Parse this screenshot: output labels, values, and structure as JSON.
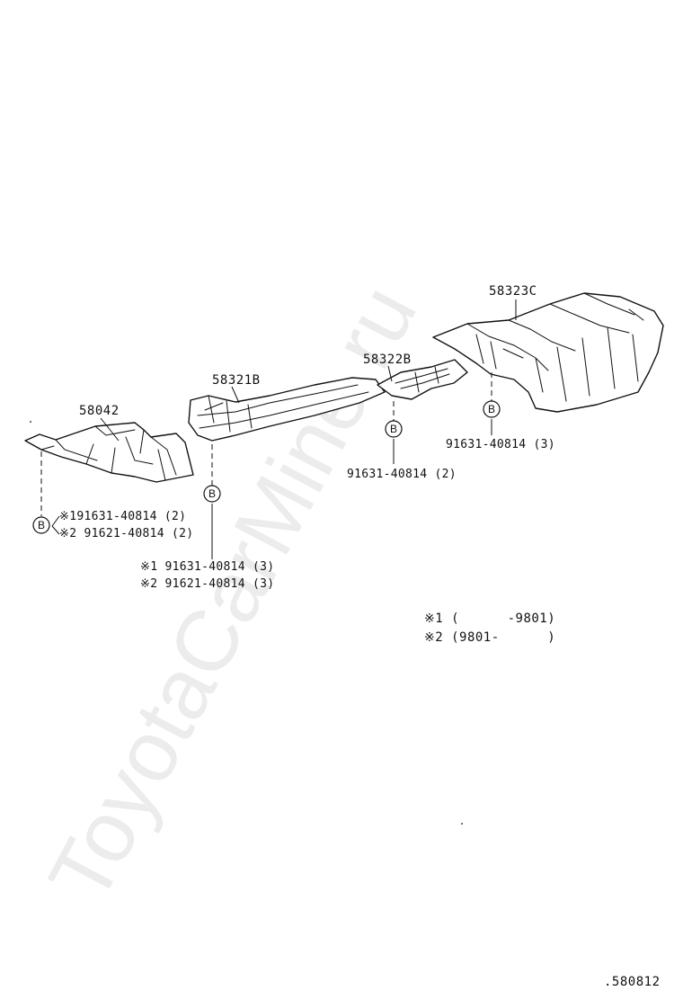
{
  "watermark": "ToyotaCarMine.ru",
  "parts": {
    "p58042": "58042",
    "p58321B": "58321B",
    "p58322B": "58322B",
    "p58323C": "58323C"
  },
  "bolt_marker": "B",
  "callouts": {
    "left_line1": "※191631-40814 (2)",
    "left_line2": "※2 91621-40814 (2)",
    "middle_line1": "※1 91631-40814 (3)",
    "middle_line2": "※2 91621-40814 (3)",
    "center": "91631-40814 (2)",
    "right": "91631-40814 (3)"
  },
  "legend": {
    "note1": "※1 (      -9801)",
    "note2": "※2 (9801-      )"
  },
  "diagram_code": ".580812"
}
